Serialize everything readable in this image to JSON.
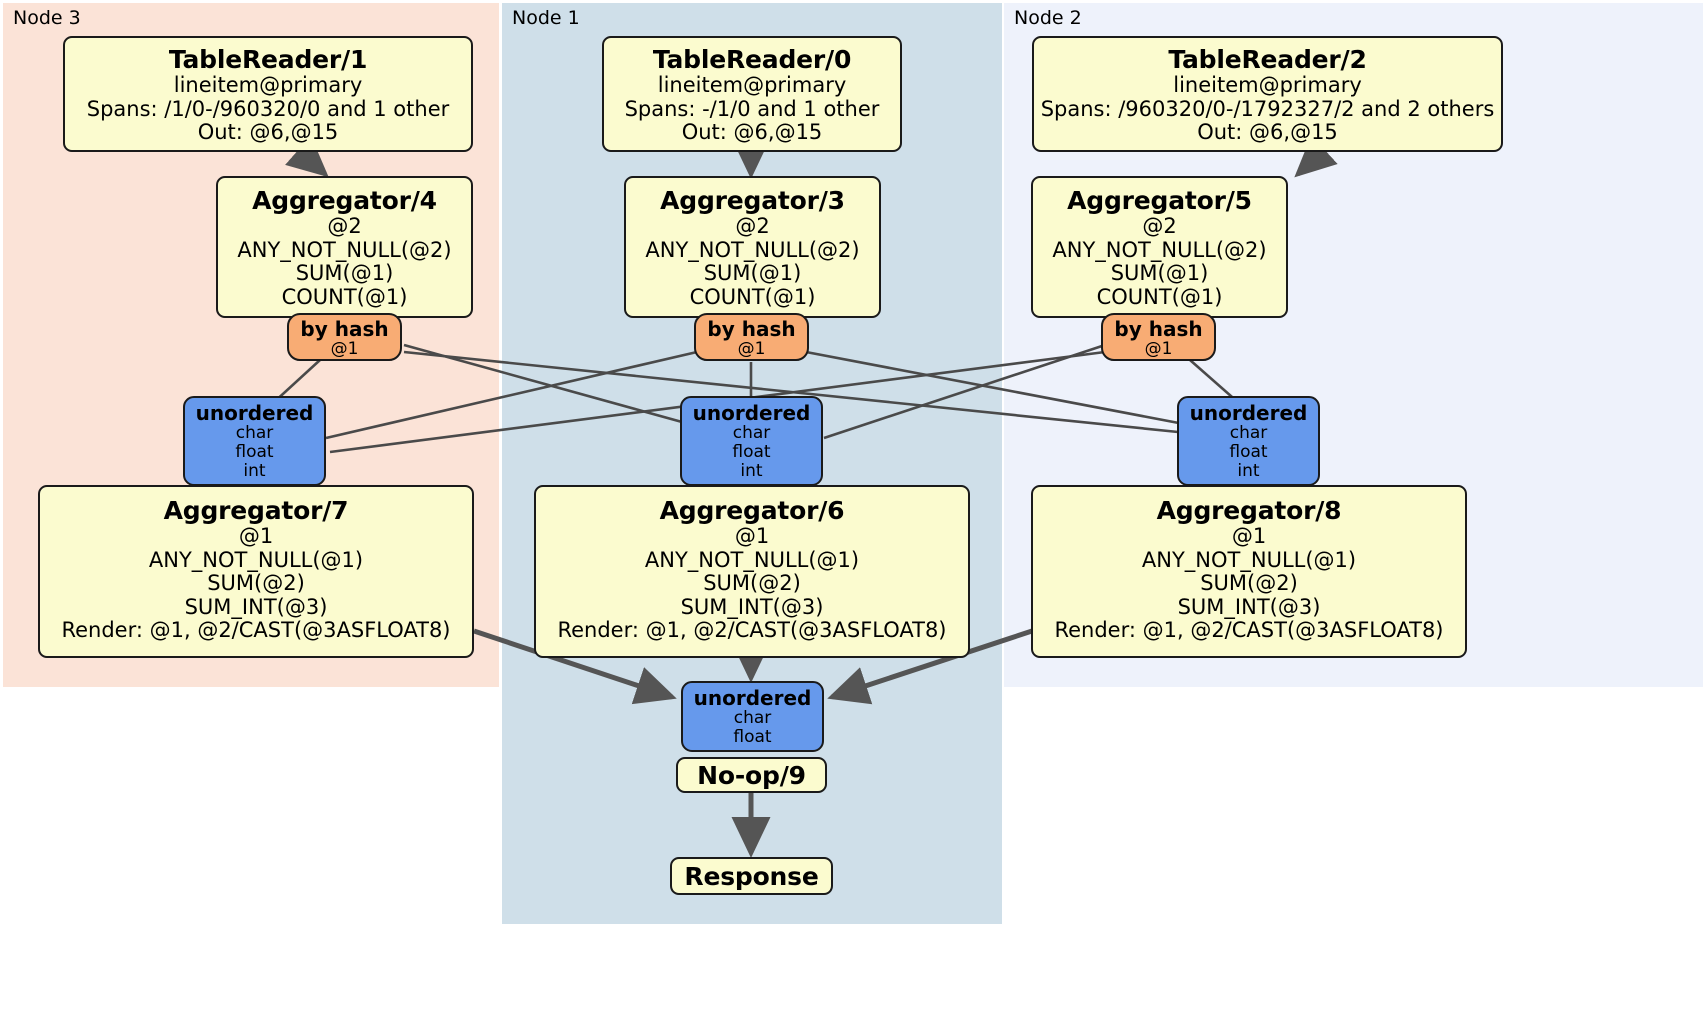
{
  "diagram": {
    "kind": "distributed-sql-execution-plan",
    "colors": {
      "node3_panel": "#fbe3d7",
      "node1_panel": "#cfdfe9",
      "node2_panel": "#eef2fb",
      "processor_fill": "#fbfbcf",
      "router_fill": "#f8ac74",
      "synchronizer_fill": "#6699ec",
      "border": "#1a1a1a",
      "edge_thin": "#4a4a4a",
      "edge_thick": "#555555"
    }
  },
  "panels": [
    {
      "id": "node3",
      "label": "Node 3"
    },
    {
      "id": "node1",
      "label": "Node 1"
    },
    {
      "id": "node2",
      "label": "Node 2"
    }
  ],
  "nodes": {
    "tablereader_1": {
      "title": "TableReader/1",
      "lines": [
        "lineitem@primary",
        "Spans: /1/0-/960320/0 and 1 other",
        "Out: @6,@15"
      ]
    },
    "tablereader_0": {
      "title": "TableReader/0",
      "lines": [
        "lineitem@primary",
        "Spans: -/1/0 and 1 other",
        "Out: @6,@15"
      ]
    },
    "tablereader_2": {
      "title": "TableReader/2",
      "lines": [
        "lineitem@primary",
        "Spans: /960320/0-/1792327/2 and 2 others",
        "Out: @6,@15"
      ]
    },
    "aggregator_4": {
      "title": "Aggregator/4",
      "lines": [
        "@2",
        "ANY_NOT_NULL(@2)",
        "SUM(@1)",
        "COUNT(@1)"
      ]
    },
    "aggregator_3": {
      "title": "Aggregator/3",
      "lines": [
        "@2",
        "ANY_NOT_NULL(@2)",
        "SUM(@1)",
        "COUNT(@1)"
      ]
    },
    "aggregator_5": {
      "title": "Aggregator/5",
      "lines": [
        "@2",
        "ANY_NOT_NULL(@2)",
        "SUM(@1)",
        "COUNT(@1)"
      ]
    },
    "byhash_left": {
      "title": "by hash",
      "lines": [
        "@1"
      ]
    },
    "byhash_center": {
      "title": "by hash",
      "lines": [
        "@1"
      ]
    },
    "byhash_right": {
      "title": "by hash",
      "lines": [
        "@1"
      ]
    },
    "unordered_left": {
      "title": "unordered",
      "lines": [
        "char",
        "float",
        "int"
      ]
    },
    "unordered_center": {
      "title": "unordered",
      "lines": [
        "char",
        "float",
        "int"
      ]
    },
    "unordered_right": {
      "title": "unordered",
      "lines": [
        "char",
        "float",
        "int"
      ]
    },
    "aggregator_7": {
      "title": "Aggregator/7",
      "lines": [
        "@1",
        "ANY_NOT_NULL(@1)",
        "SUM(@2)",
        "SUM_INT(@3)",
        "Render: @1, @2/CAST(@3ASFLOAT8)"
      ]
    },
    "aggregator_6": {
      "title": "Aggregator/6",
      "lines": [
        "@1",
        "ANY_NOT_NULL(@1)",
        "SUM(@2)",
        "SUM_INT(@3)",
        "Render: @1, @2/CAST(@3ASFLOAT8)"
      ]
    },
    "aggregator_8": {
      "title": "Aggregator/8",
      "lines": [
        "@1",
        "ANY_NOT_NULL(@1)",
        "SUM(@2)",
        "SUM_INT(@3)",
        "Render: @1, @2/CAST(@3ASFLOAT8)"
      ]
    },
    "unordered_final": {
      "title": "unordered",
      "lines": [
        "char",
        "float"
      ]
    },
    "noop_9": {
      "title": "No-op/9",
      "lines": []
    },
    "response": {
      "title": "Response",
      "lines": []
    }
  }
}
